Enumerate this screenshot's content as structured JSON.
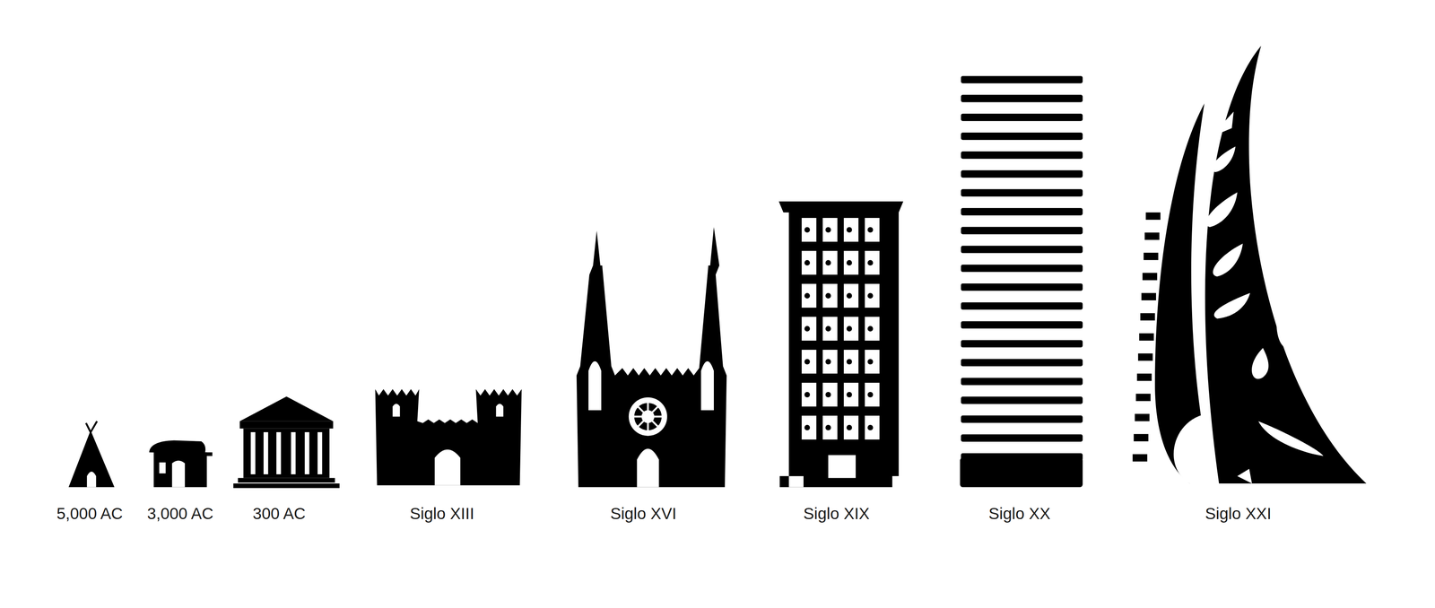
{
  "diagram": {
    "labels": [
      "5,000 AC",
      "3,000 AC",
      "300 AC",
      "Siglo XIII",
      "Siglo XVI",
      "Siglo XIX",
      "Siglo XX",
      "Siglo XXI"
    ]
  }
}
